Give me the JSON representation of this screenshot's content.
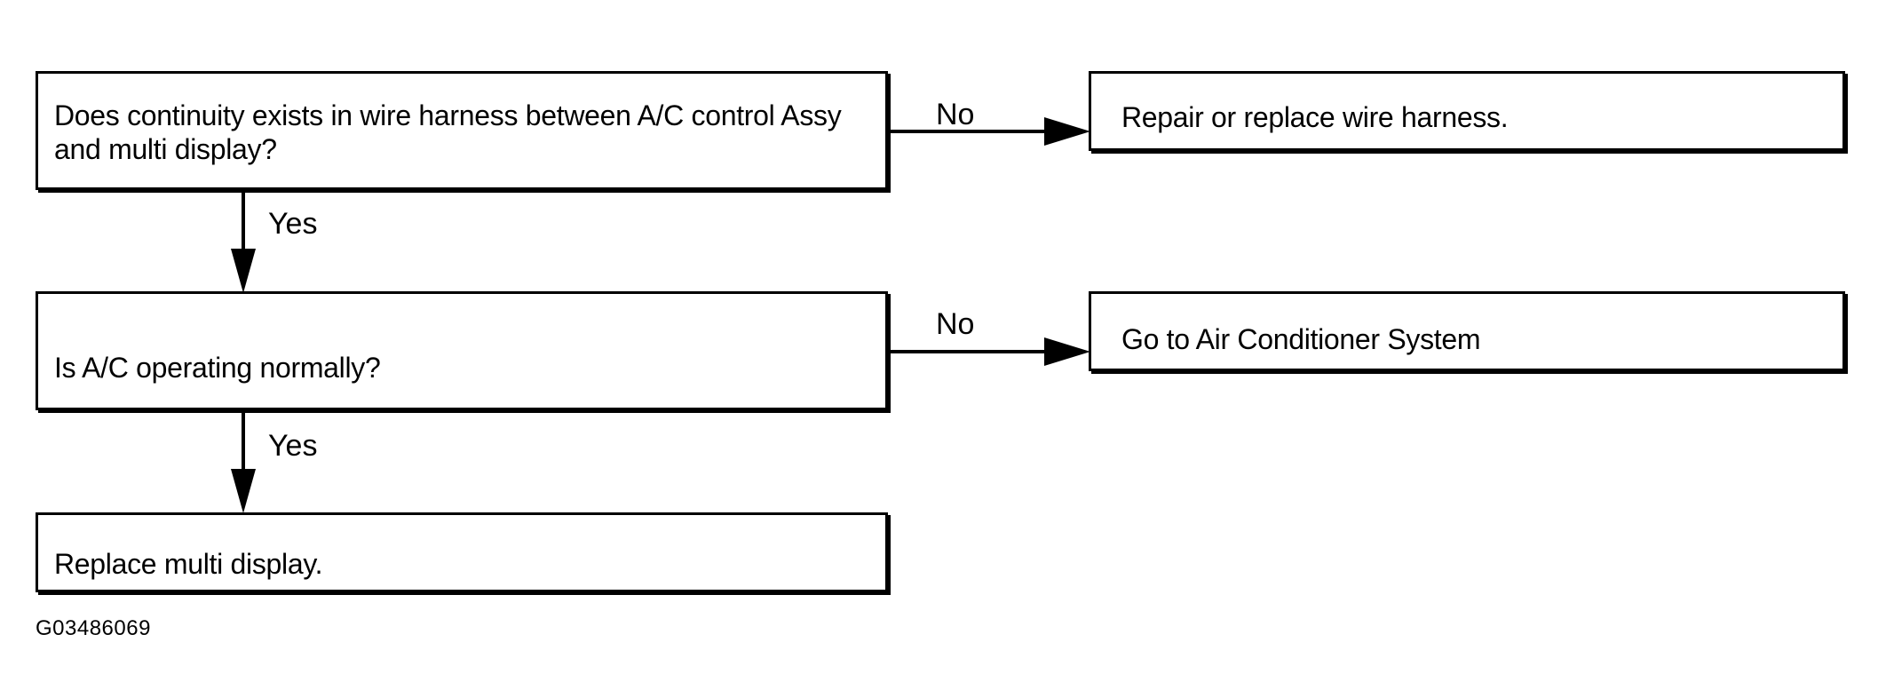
{
  "flowchart": {
    "nodes": {
      "q1": {
        "text": "Does continuity exists in wire harness between A/C control Assy and multi display?"
      },
      "a1": {
        "text": "Repair or replace wire harness."
      },
      "q2": {
        "text": "Is A/C operating normally?"
      },
      "a2": {
        "text": "Go to Air Conditioner System"
      },
      "a3": {
        "text": "Replace multi display."
      }
    },
    "edges": [
      {
        "from": "q1",
        "to": "a1",
        "label": "No"
      },
      {
        "from": "q1",
        "to": "q2",
        "label": "Yes"
      },
      {
        "from": "q2",
        "to": "a2",
        "label": "No"
      },
      {
        "from": "q2",
        "to": "a3",
        "label": "Yes"
      }
    ],
    "figure_id": "G03486069"
  },
  "colors": {
    "line": "#000000",
    "background": "#ffffff"
  }
}
